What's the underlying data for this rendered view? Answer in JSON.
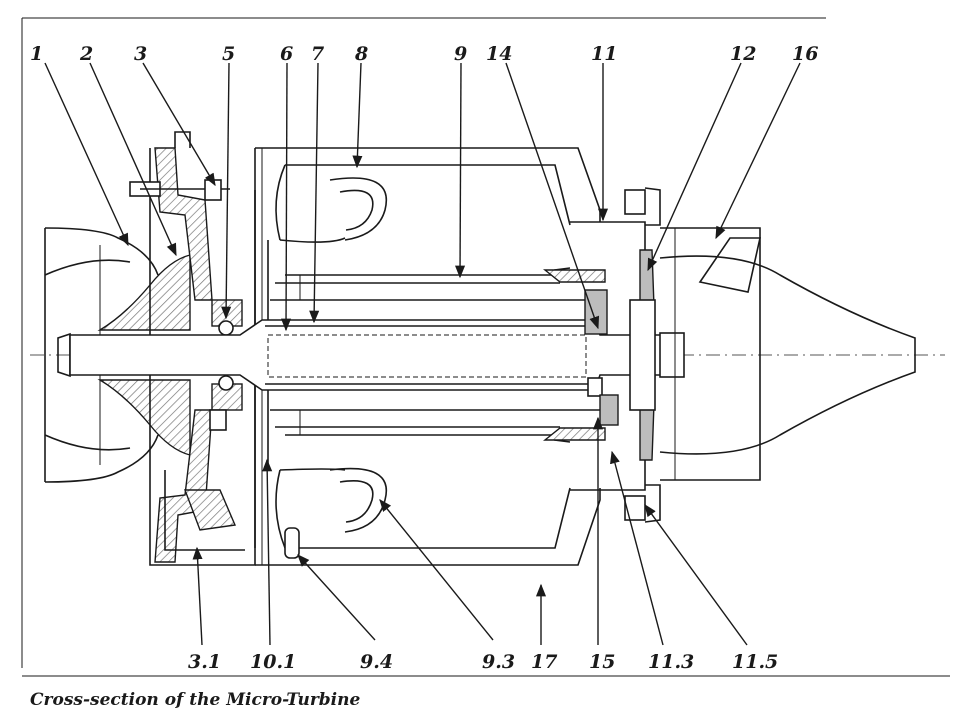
{
  "caption": "Cross-section of the Micro-Turbine",
  "callouts_top": {
    "c1": "1",
    "c2": "2",
    "c3": "3",
    "c5": "5",
    "c6": "6",
    "c7": "7",
    "c8": "8",
    "c9": "9",
    "c14": "14",
    "c11": "11",
    "c12": "12",
    "c16": "16"
  },
  "callouts_bottom": {
    "c3_1": "3.1",
    "c10_1": "10.1",
    "c9_4": "9.4",
    "c9_3": "9.3",
    "c17": "17",
    "c15": "15",
    "c11_3": "11.3",
    "c11_5": "11.5"
  }
}
